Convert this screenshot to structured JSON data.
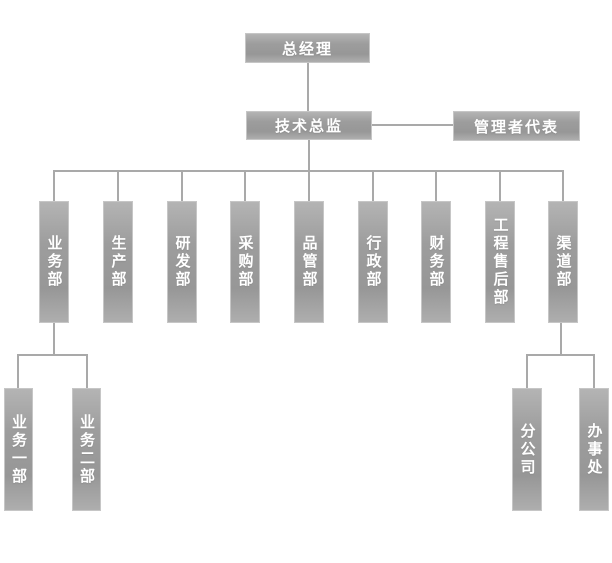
{
  "org_chart": {
    "type": "organization-chart",
    "general_manager": {
      "label": "总经理"
    },
    "technical_director": {
      "label": "技术总监"
    },
    "management_representative": {
      "label": "管理者代表"
    },
    "departments": [
      {
        "label": "业务部",
        "children": [
          {
            "label": "业务一部"
          },
          {
            "label": "业务二部"
          }
        ]
      },
      {
        "label": "生产部"
      },
      {
        "label": "研发部"
      },
      {
        "label": "采购部"
      },
      {
        "label": "品管部"
      },
      {
        "label": "行政部"
      },
      {
        "label": "财务部"
      },
      {
        "label": "工程售后部"
      },
      {
        "label": "渠道部",
        "children": [
          {
            "label": "分公司"
          },
          {
            "label": "办事处"
          }
        ]
      }
    ]
  },
  "colors": {
    "background": "#ffffff",
    "node_fill": "#9d9d9d",
    "node_fill_light": "#b4b4b4",
    "node_border": "#c6c6c6",
    "node_text": "#ffffff",
    "connector": "#a9a9a9"
  }
}
